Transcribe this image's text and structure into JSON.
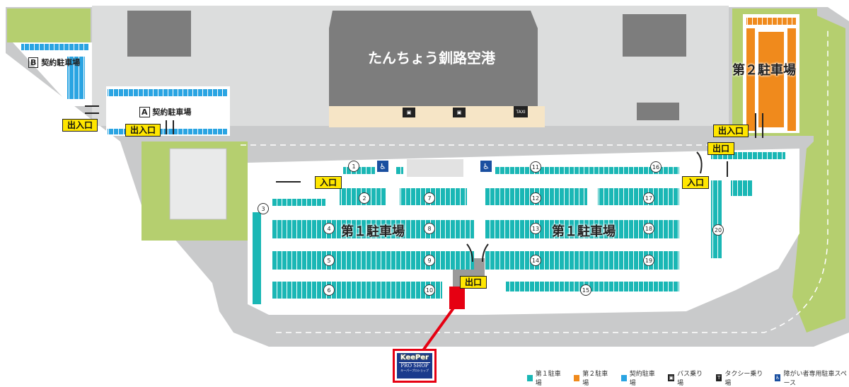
{
  "map": {
    "terminal_label": "たんちょう釧路空港",
    "parking1_label": "第１駐車場",
    "parking2_label": "第２駐車場",
    "contract_a_badge": "A",
    "contract_a_label": "契約駐車場",
    "contract_b_badge": "B",
    "contract_b_label": "契約駐車場",
    "signs": {
      "entrance_exit": "出入口",
      "entrance": "入口",
      "exit": "出口"
    },
    "taxi_label": "TAXI",
    "section_numbers": [
      "1",
      "2",
      "3",
      "4",
      "5",
      "6",
      "7",
      "8",
      "9",
      "10",
      "11",
      "12",
      "13",
      "14",
      "15",
      "16",
      "17",
      "18",
      "19",
      "20"
    ]
  },
  "logo": {
    "brand": "KeePer",
    "line1": "PRO SHOP",
    "line2": "キーパープロショップ"
  },
  "legend": [
    {
      "label": "第１駐車場",
      "color": "#1ab7b5"
    },
    {
      "label": "第２駐車場",
      "color": "#f08a1c"
    },
    {
      "label": "契約駐車場",
      "color": "#2aa4e2"
    },
    {
      "label": "バス乗り場",
      "icon": "bus-icon"
    },
    {
      "label": "タクシー乗り場",
      "icon": "taxi-icon"
    },
    {
      "label": "障がい者専用駐車スペース",
      "icon": "wheelchair-icon"
    }
  ],
  "colors": {
    "teal": "#1ab7b5",
    "orange": "#f08a1c",
    "blue": "#2aa4e2",
    "road": "#c9cacb",
    "green": "#b5cf6f",
    "building": "#7d7d7d",
    "highlight": "#e60012"
  }
}
